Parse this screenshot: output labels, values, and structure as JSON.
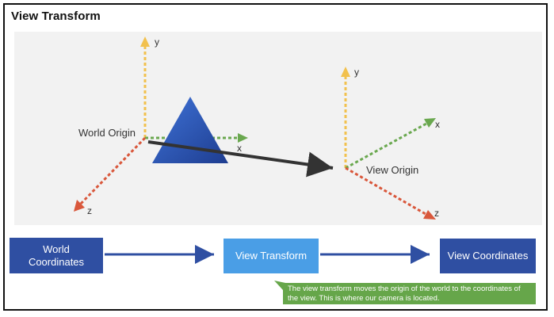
{
  "title": "View Transform",
  "scene": {
    "world": {
      "origin_label": "World Origin",
      "y_label": "y",
      "x_label": "x",
      "z_label": "z"
    },
    "view": {
      "origin_label": "View Origin",
      "y_label": "y",
      "x_label": "x",
      "z_label": "z"
    }
  },
  "flow": {
    "world_box_line1": "World",
    "world_box_line2": "Coordinates",
    "transform_box": "View Transform",
    "view_box": "View Coordinates"
  },
  "note": {
    "text": "The view transform moves the origin of the world to the coordinates of the view. This is where our camera is located."
  },
  "colors": {
    "y_axis": "#f2c14e",
    "x_axis": "#6aa84f",
    "z_axis": "#d9573b",
    "triangle_top": "#3d6fd1",
    "triangle_bottom": "#1f3c8f",
    "transform_arrow": "#333333",
    "flow_arrow": "#2f4fa2",
    "note_bg": "#66a64a"
  }
}
